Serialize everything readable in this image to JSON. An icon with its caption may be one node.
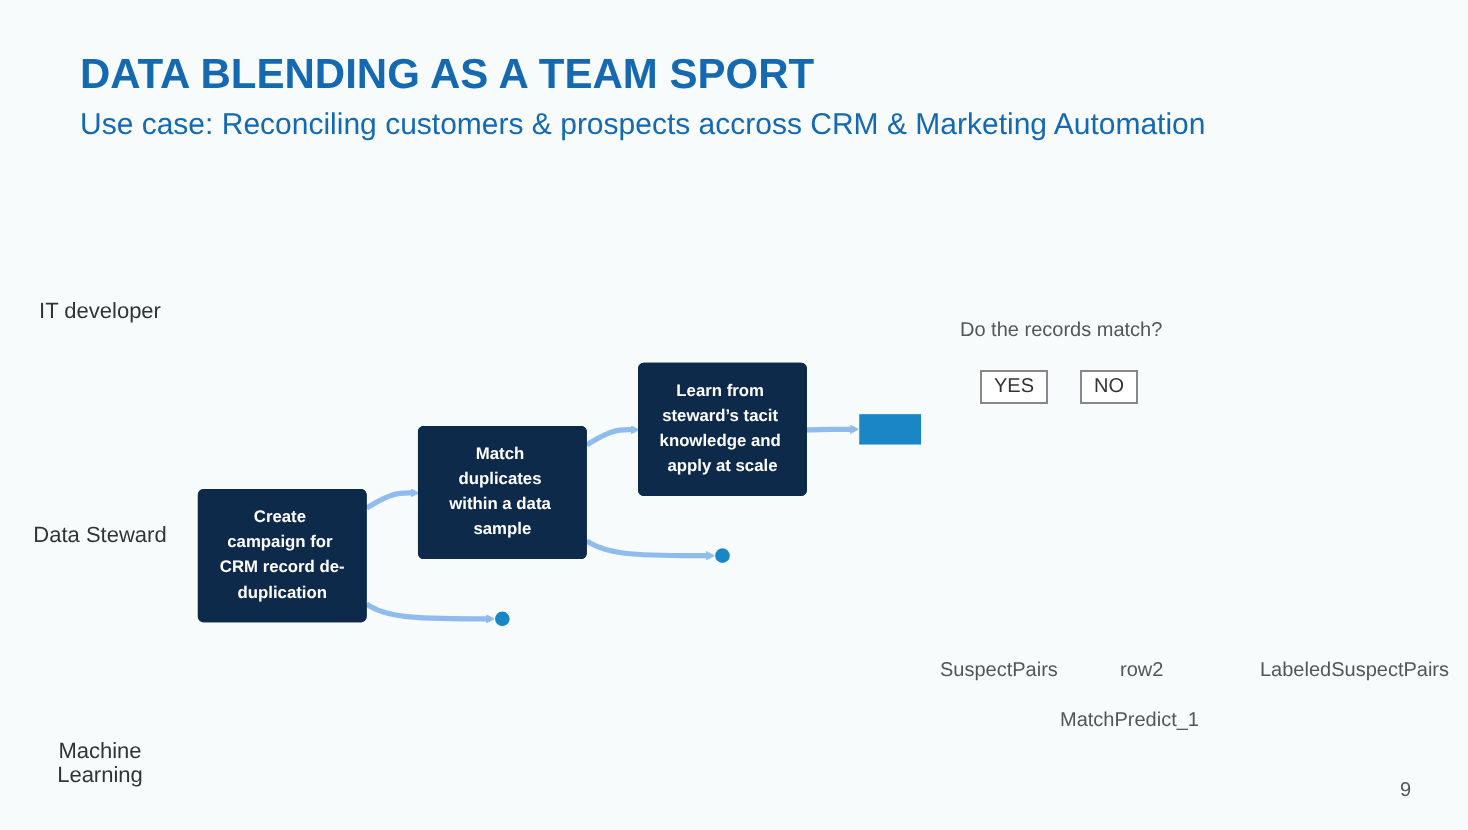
{
  "diagram": {
    "title": "DATA BLENDING  AS A TEAM SPORT",
    "nodes": [
      {
        "text": [
          "Create campaign for CRM record de-duplication"
        ]
      },
      {
        "text": [
          "Match duplicates within a data sample"
        ]
      },
      {
        "text": [
          "Learn from steward’s tacit knowledge and apply at scale"
        ]
      },
      {
        "text": [],
        "shape": "circle"
      },
      {
        "text": [],
        "shape": "circle"
      },
      {
        "text": [],
        "shape": "box"
      }
    ],
    "edges": [
      {
        "from": 0,
        "to": 3,
        "arrow": "to"
      },
      {
        "from": 0,
        "to": 1,
        "arrow": "to"
      },
      {
        "from": 1,
        "to": 4,
        "arrow": "to"
      },
      {
        "from": 1,
        "to": 2,
        "arrow": "to"
      },
      {
        "from": 2,
        "to": 5,
        "arrow": "to"
      }
    ],
    "labels": [
      "Use case: Reconciling customers & prospects accross CRM & Marketing Automation",
      "IT developer",
      "Data Steward",
      "Machine Learning",
      "Do the records match?",
      "YES",
      "NO",
      "SuspectPairs",
      "MatchPredict_1",
      "row2",
      "LabeledSuspectPairs",
      "9"
    ]
  }
}
